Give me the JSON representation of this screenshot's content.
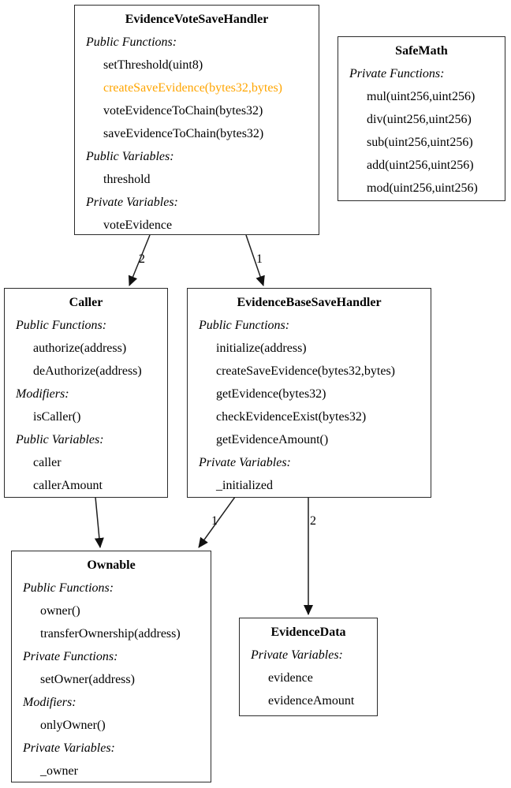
{
  "colors": {
    "highlight": "#FFA500",
    "line": "#1f1f1f",
    "background": "#FFFFFF"
  },
  "classes": [
    {
      "name": "EvidenceVoteSaveHandler",
      "sections": [
        {
          "label": "Public Functions:",
          "items": [
            "setThreshold(uint8)",
            "createSaveEvidence(bytes32,bytes)",
            "voteEvidenceToChain(bytes32)",
            "saveEvidenceToChain(bytes32)"
          ]
        },
        {
          "label": "Public Variables:",
          "items": [
            "threshold"
          ]
        },
        {
          "label": "Private Variables:",
          "items": [
            "voteEvidence"
          ]
        }
      ]
    },
    {
      "name": "SafeMath",
      "sections": [
        {
          "label": "Private Functions:",
          "items": [
            "mul(uint256,uint256)",
            "div(uint256,uint256)",
            "sub(uint256,uint256)",
            "add(uint256,uint256)",
            "mod(uint256,uint256)"
          ]
        }
      ]
    },
    {
      "name": "Caller",
      "sections": [
        {
          "label": "Public Functions:",
          "items": [
            "authorize(address)",
            "deAuthorize(address)"
          ]
        },
        {
          "label": "Modifiers:",
          "items": [
            "isCaller()"
          ]
        },
        {
          "label": "Public Variables:",
          "items": [
            "caller",
            "callerAmount"
          ]
        }
      ]
    },
    {
      "name": "EvidenceBaseSaveHandler",
      "sections": [
        {
          "label": "Public Functions:",
          "items": [
            "initialize(address)",
            "createSaveEvidence(bytes32,bytes)",
            "getEvidence(bytes32)",
            "checkEvidenceExist(bytes32)",
            "getEvidenceAmount()"
          ]
        },
        {
          "label": "Private Variables:",
          "items": [
            "_initialized"
          ]
        }
      ]
    },
    {
      "name": "Ownable",
      "sections": [
        {
          "label": "Public Functions:",
          "items": [
            "owner()",
            "transferOwnership(address)"
          ]
        },
        {
          "label": "Private Functions:",
          "items": [
            "setOwner(address)"
          ]
        },
        {
          "label": "Modifiers:",
          "items": [
            "onlyOwner()"
          ]
        },
        {
          "label": "Private Variables:",
          "items": [
            "_owner"
          ]
        }
      ]
    },
    {
      "name": "EvidenceData",
      "sections": [
        {
          "label": "Private Variables:",
          "items": [
            "evidence",
            "evidenceAmount"
          ]
        }
      ]
    }
  ],
  "edges": [
    {
      "from": "EvidenceVoteSaveHandler",
      "to": "Caller",
      "label": "2"
    },
    {
      "from": "EvidenceVoteSaveHandler",
      "to": "EvidenceBaseSaveHandler",
      "label": "1"
    },
    {
      "from": "Caller",
      "to": "Ownable",
      "label": ""
    },
    {
      "from": "EvidenceBaseSaveHandler",
      "to": "Ownable",
      "label": "1"
    },
    {
      "from": "EvidenceBaseSaveHandler",
      "to": "EvidenceData",
      "label": "2"
    }
  ]
}
